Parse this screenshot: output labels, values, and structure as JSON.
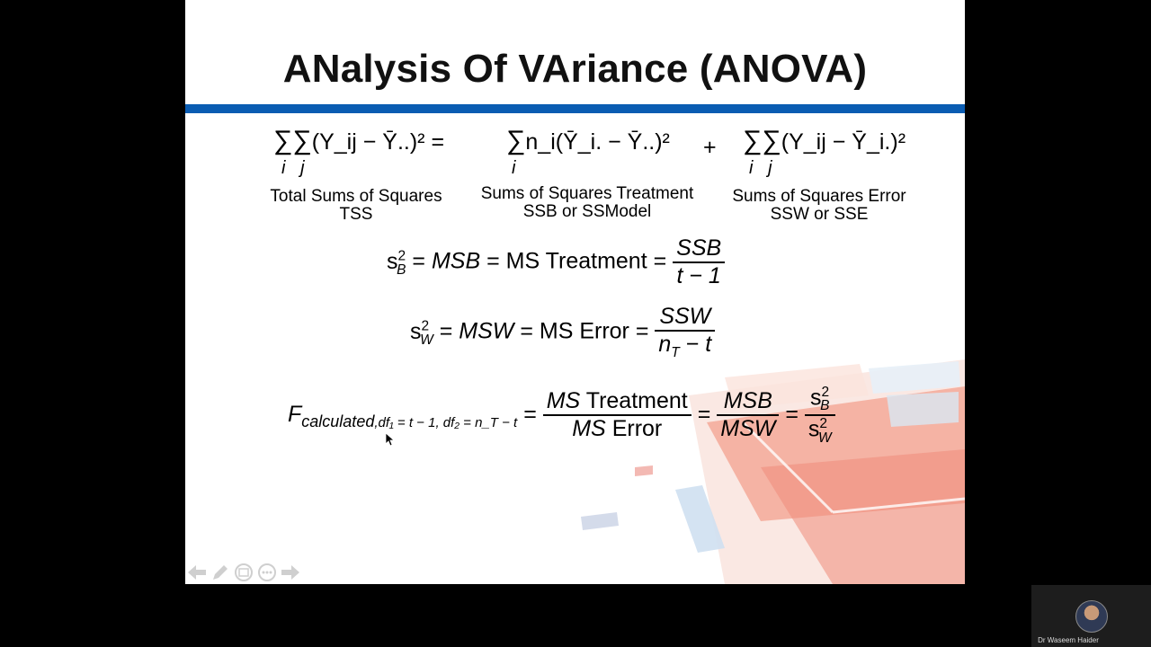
{
  "slide": {
    "title": "ANalysis Of VAriance (ANOVA)",
    "accent_color": "#0a5cb2",
    "equation1": {
      "term_total": "(Y_ij − Ȳ..)² =",
      "term_treatment": "n_i(Ȳ_i. − Ȳ..)²",
      "plus": "+",
      "term_error": "(Y_ij − Ȳ_i.)²",
      "caption_total_line1": "Total Sums of Squares",
      "caption_total_line2": "TSS",
      "caption_treatment_line1": "Sums of Squares Treatment",
      "caption_treatment_line2": "SSB or SSModel",
      "caption_error_line1": "Sums of Squares Error",
      "caption_error_line2": "SSW or SSE"
    },
    "equation2": {
      "lhs": "MSB",
      "middle": "MS Treatment",
      "numerator": "SSB",
      "denominator": "t − 1"
    },
    "equation3": {
      "lhs": "MSW",
      "middle": "MS Error",
      "numerator": "SSW",
      "denominator": "t"
    },
    "equation4": {
      "F_sub": "calculated",
      "df_text": ",df₁ = t − 1, df₂ = n_T − t",
      "num1": "Treatment",
      "den1": "Error",
      "num2": "MSB",
      "den2": "MSW"
    }
  },
  "toolbar": {
    "icons": [
      "back-arrow-icon",
      "pen-icon",
      "slides-icon",
      "more-icon",
      "forward-arrow-icon"
    ]
  },
  "camera": {
    "name": "Dr Waseem Haider"
  }
}
